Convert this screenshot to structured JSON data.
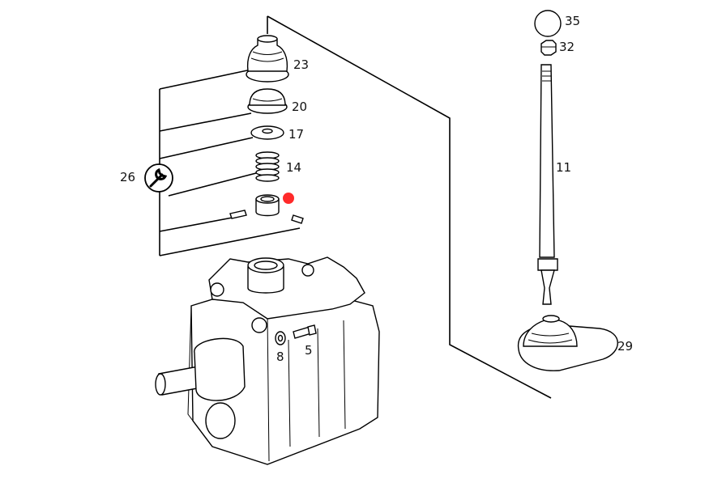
{
  "diagram": {
    "callouts": [
      {
        "id": "c35",
        "text": "35"
      },
      {
        "id": "c32",
        "text": "32"
      },
      {
        "id": "c23",
        "text": "23"
      },
      {
        "id": "c20",
        "text": "20"
      },
      {
        "id": "c17",
        "text": "17"
      },
      {
        "id": "c14",
        "text": "14"
      },
      {
        "id": "c26",
        "text": "26"
      },
      {
        "id": "c11",
        "text": "11"
      },
      {
        "id": "c8",
        "text": "8"
      },
      {
        "id": "c5",
        "text": "5"
      },
      {
        "id": "c29",
        "text": "29"
      }
    ],
    "marker_color": "#ff2a2a",
    "icons": [
      "wrench-icon"
    ]
  }
}
